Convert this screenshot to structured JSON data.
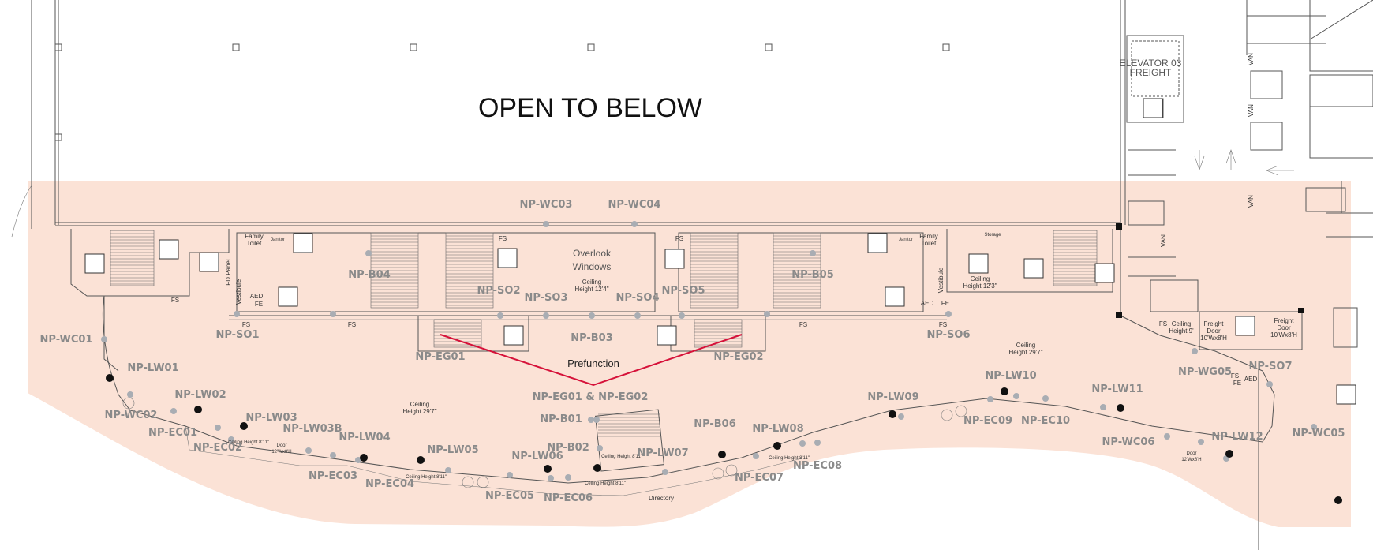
{
  "title": "OPEN TO BELOW",
  "colors": {
    "zone": "#fbe2d6",
    "sensor_grey": "#a9adb3",
    "sensor_black": "#111111",
    "path_red": "#d6123a",
    "label": "#8a8a8a"
  },
  "rooms": {
    "overlook": "Overlook",
    "windows": "Windows",
    "prefunction": "Prefunction",
    "directory": "Directory",
    "elevator": "ELEVATOR 03",
    "freight": "FREIGHT",
    "family_toilet": "Family",
    "toilet": "Toilet",
    "fd_panel": "FD Panel",
    "vestibule": "Vestibule",
    "aed": "AED",
    "fe": "FE",
    "fs": "FS",
    "storage": "Storage",
    "janitor": "Janitor",
    "van": "VAN",
    "ceiling_1": "Ceiling",
    "height_124": "Height 12'4\"",
    "height_123": "Height 12'3\"",
    "height_297": "Height 29'7\"",
    "height_9": "Height 9'",
    "freight_door": "Freight",
    "door": "Door",
    "door_size": "10'Wx8'H",
    "door_size2": "12'Wx8'H",
    "ceiling_height_811": "Ceiling Height 8'11\""
  },
  "sensors": {
    "wc01": "NP-WC01",
    "wc02": "NP-WC02",
    "wc03": "NP-WC03",
    "wc04": "NP-WC04",
    "wc05": "NP-WC05",
    "wc06": "NP-WC06",
    "lw01": "NP-LW01",
    "lw02": "NP-LW02",
    "lw03": "NP-LW03",
    "lw03b": "NP-LW03B",
    "lw04": "NP-LW04",
    "lw05": "NP-LW05",
    "lw06": "NP-LW06",
    "lw07": "NP-LW07",
    "lw08": "NP-LW08",
    "lw09": "NP-LW09",
    "lw10": "NP-LW10",
    "lw11": "NP-LW11",
    "lw12": "NP-LW12",
    "ec01": "NP-EC01",
    "ec02": "NP-EC02",
    "ec03": "NP-EC03",
    "ec04": "NP-EC04",
    "ec05": "NP-EC05",
    "ec06": "NP-EC06",
    "ec07": "NP-EC07",
    "ec08": "NP-EC08",
    "ec09": "NP-EC09",
    "ec10": "NP-EC10",
    "b01": "NP-B01",
    "b02": "NP-B02",
    "b03": "NP-B03",
    "b04": "NP-B04",
    "b05": "NP-B05",
    "b06": "NP-B06",
    "so1": "NP-SO1",
    "so2": "NP-SO2",
    "so3": "NP-SO3",
    "so4": "NP-SO4",
    "so5": "NP-SO5",
    "so6": "NP-SO6",
    "so7": "NP-SO7",
    "eg01": "NP-EG01",
    "eg02": "NP-EG02",
    "eg_pair": "NP-EG01 & NP-EG02",
    "wg05": "NP-WG05"
  }
}
